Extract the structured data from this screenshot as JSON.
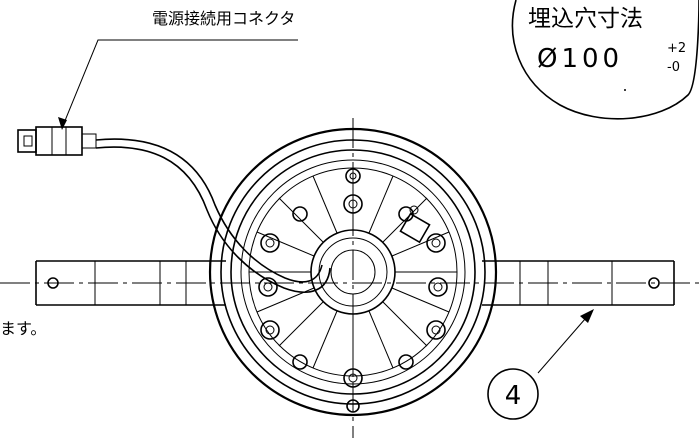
{
  "labels": {
    "connector_label": "電源接続用コネクタ",
    "cutout_title": "埋込穴寸法",
    "cutout_diameter": "Ø100",
    "tolerance_upper": "+2",
    "tolerance_lower": "-0",
    "note_fragment": "ます。",
    "callout_number": "4"
  },
  "colors": {
    "line": "#000000",
    "background": "#ffffff"
  }
}
